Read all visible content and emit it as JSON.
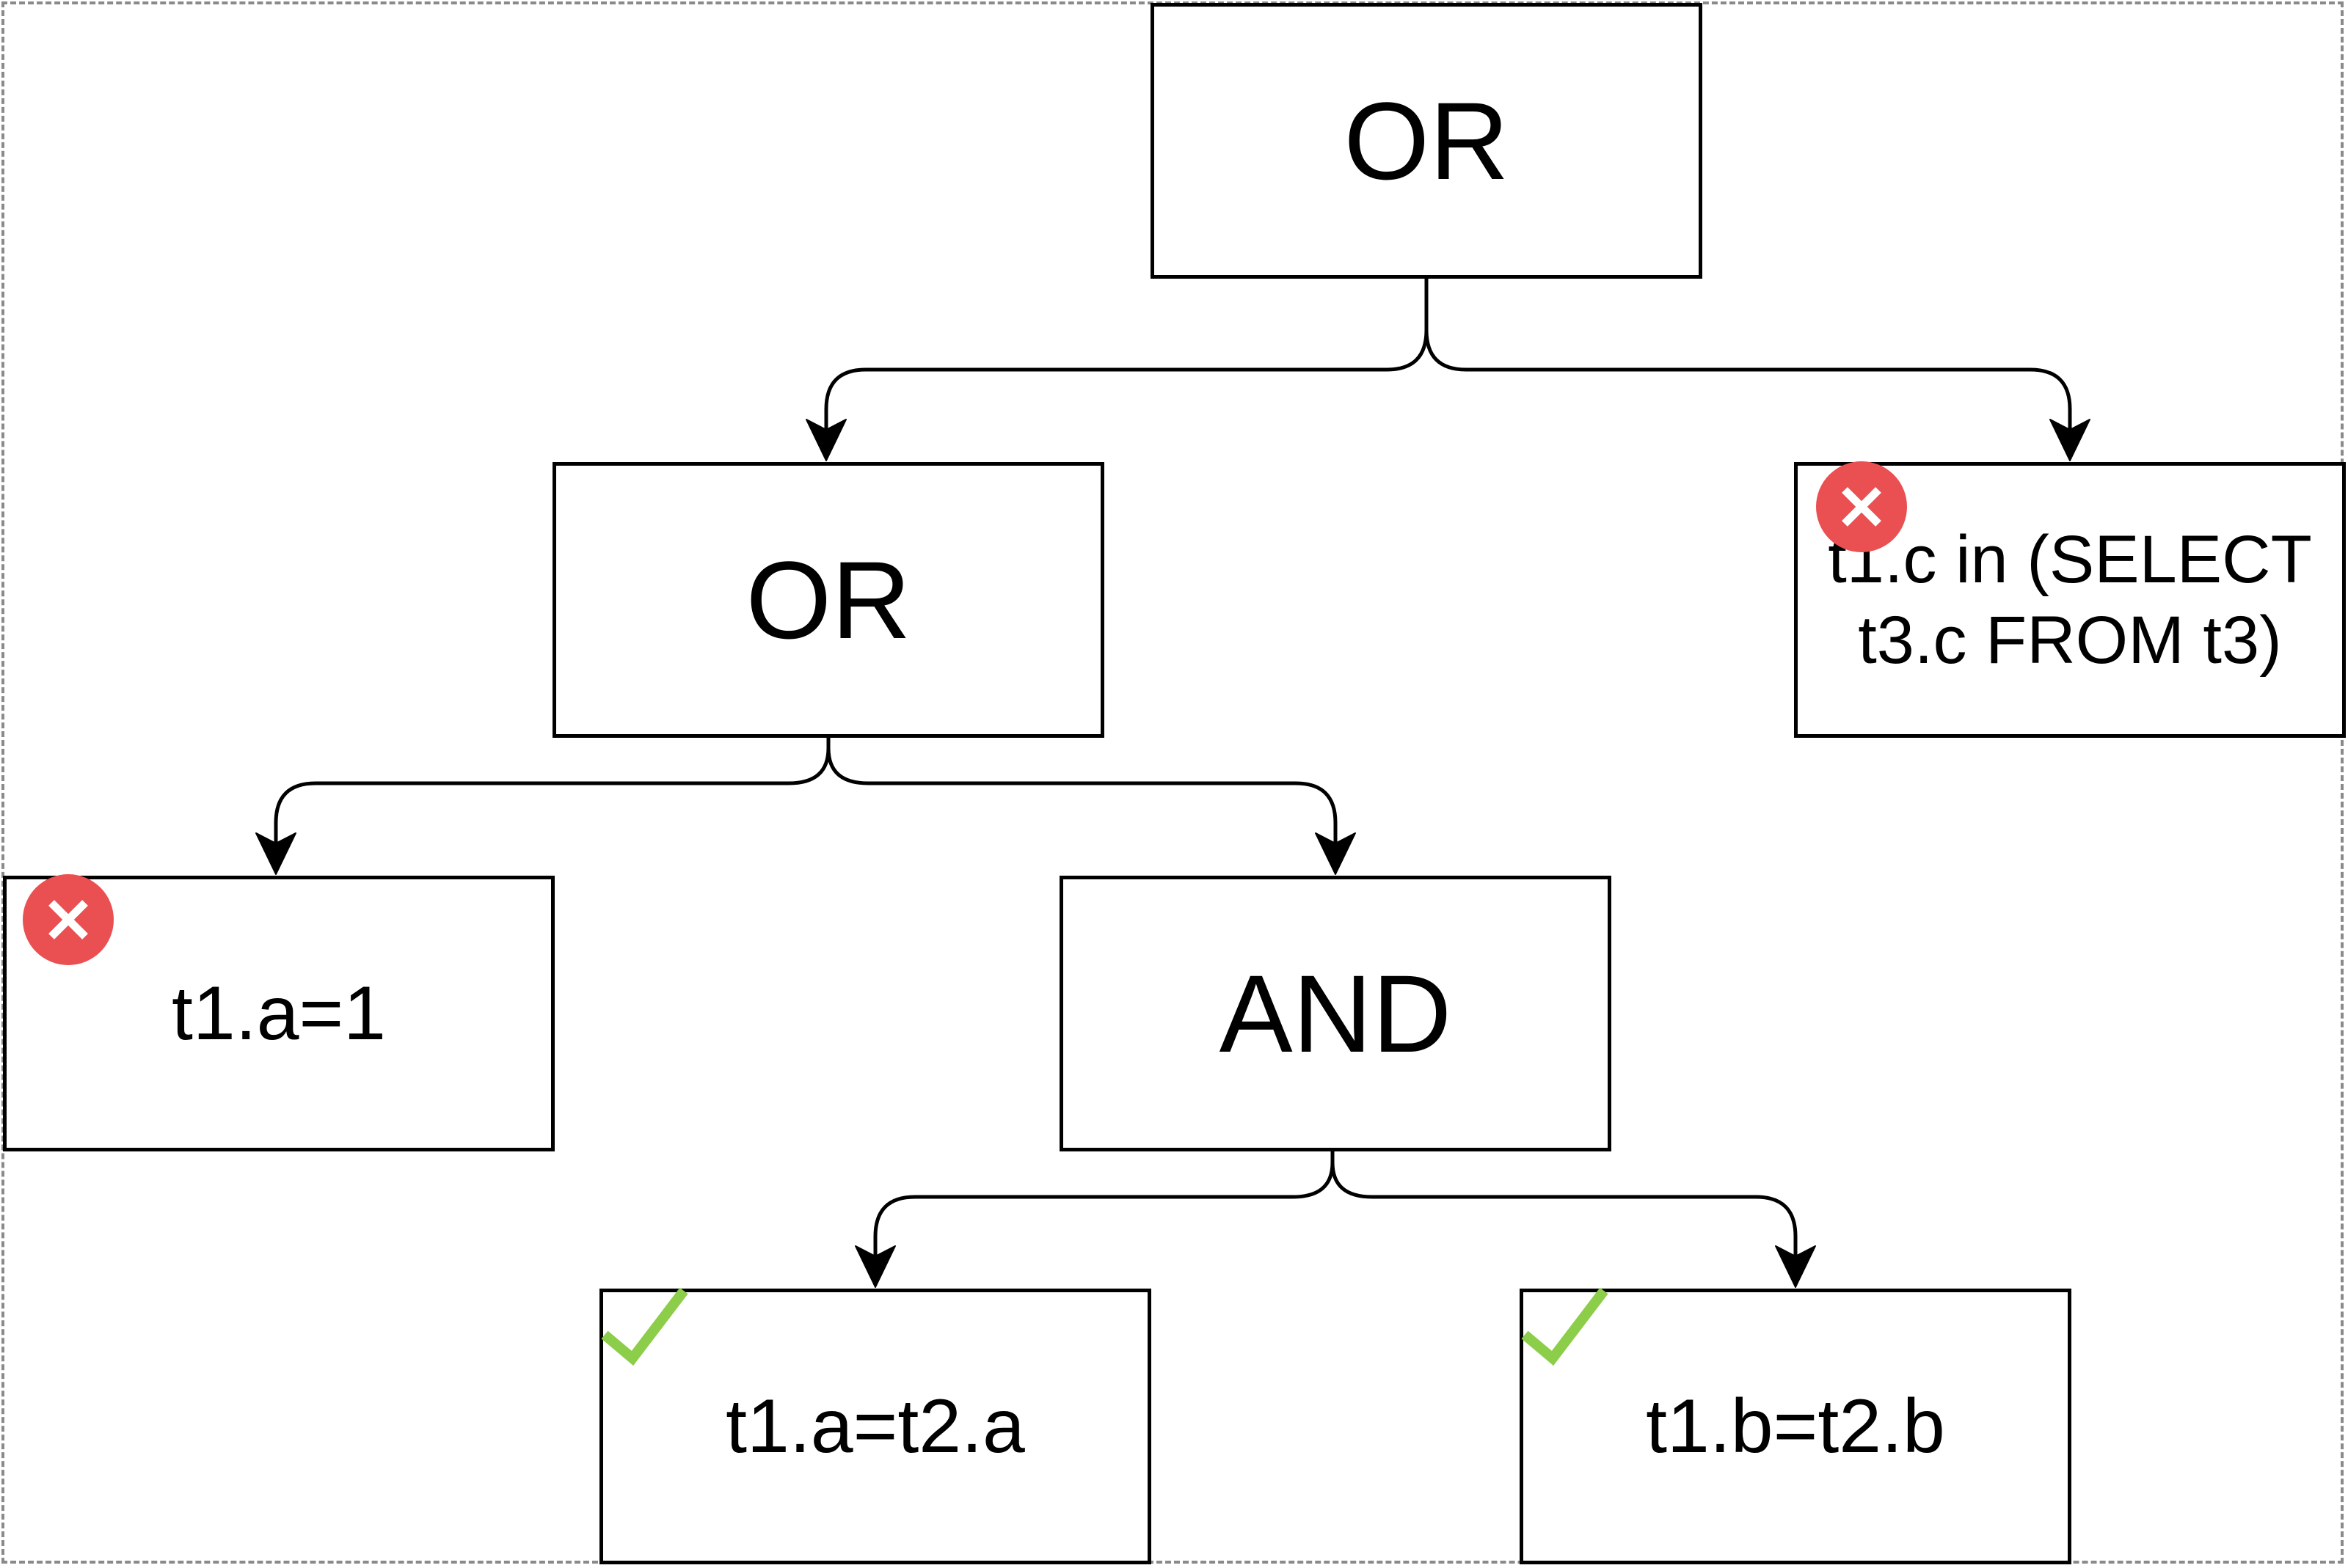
{
  "colors": {
    "stroke": "#000000",
    "frame": "#8a8a8a",
    "fail": "#ea4f51",
    "pass": "#8ccd4a"
  },
  "nodes": {
    "root": {
      "label": "OR"
    },
    "or2": {
      "label": "OR"
    },
    "subquery": {
      "label": "t1.c in (SELECT\nt3.c FROM t3)",
      "status_icon": "x-circle-icon"
    },
    "a_eq_1": {
      "label": "t1.a=1",
      "status_icon": "x-circle-icon"
    },
    "and": {
      "label": "AND"
    },
    "a_eq_a": {
      "label": "t1.a=t2.a",
      "status_icon": "check-icon"
    },
    "b_eq_b": {
      "label": "t1.b=t2.b",
      "status_icon": "check-icon"
    }
  }
}
